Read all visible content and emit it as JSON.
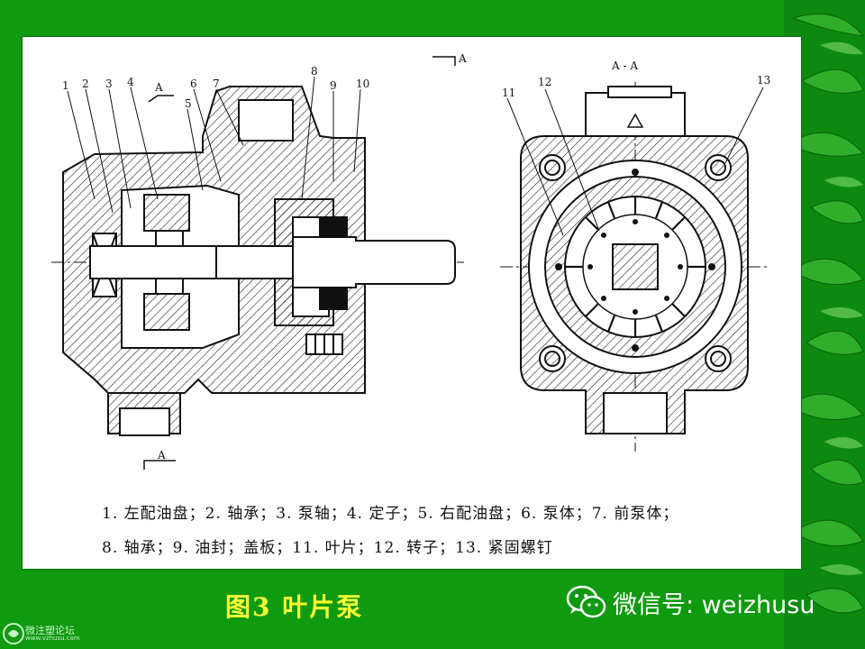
{
  "section_labels": {
    "view_a": "A",
    "view_a_bottom": "A",
    "view_a_top": "A",
    "section_title": "A - A"
  },
  "part_labels": [
    "1",
    "2",
    "3",
    "4",
    "5",
    "6",
    "7",
    "8",
    "9",
    "10",
    "11",
    "12",
    "13"
  ],
  "legend": {
    "line1": "1. 左配油盘；2. 轴承；3. 泵轴；4. 定子；5. 右配油盘；6. 泵体；7. 前泵体；",
    "line2": "8. 轴承；9. 油封；盖板；11. 叶片；12. 转子；13. 紧固螺钉"
  },
  "caption": "图3   叶片泵",
  "watermark": {
    "wechat": "微信号: weizhusu",
    "forum_name": "微注塑论坛",
    "forum_url": "www.vzhusu.com"
  },
  "colors": {
    "background": "#0f9a0f",
    "caption": "#ffff33",
    "panel": "#ffffff"
  }
}
